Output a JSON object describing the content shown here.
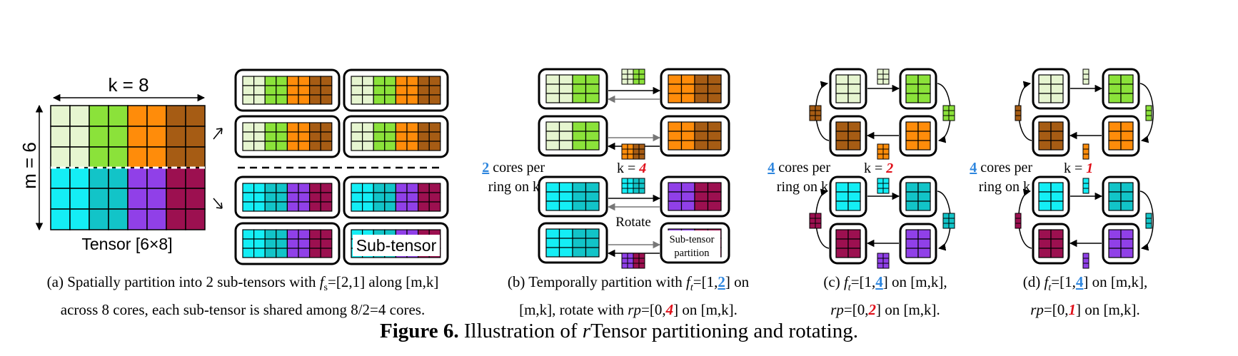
{
  "colors": {
    "lightgreen": "#e6f5d0",
    "green": "#8be23a",
    "orange": "#ff8c0a",
    "brown": "#a65c14",
    "cyan": "#14eef5",
    "teal": "#12c4c8",
    "purple": "#9040e8",
    "maroon": "#9c1050",
    "blue": "#2e86de",
    "red": "#e0101a"
  },
  "panel_a": {
    "k_label": "k = 8",
    "m_label": "m = 6",
    "tensor_label": "Tensor [6×8]",
    "subtensor_label": "Sub-tensor",
    "caption_line1_pre": "(a) Spatially partition into 2 sub-tensors with ",
    "caption_fs_f": "f",
    "caption_fs_sub": "s",
    "caption_line1_post": "=[2,1] along [m,k]",
    "caption_line2": "across 8 cores, each sub-tensor is shared among 8/2=4 cores."
  },
  "panel_b": {
    "cores_num": "2",
    "cores_text": " cores per",
    "ring_text": "ring on k",
    "k_eq": "k = ",
    "k_val": "4",
    "rotate_label": "Rotate",
    "partition_label_1": "Sub-tensor",
    "partition_label_2": "partition",
    "caption_pre": "(b) Temporally partition with ",
    "ft_f": "f",
    "ft_sub": "t",
    "caption_ft_open": "=[1,",
    "caption_ft_val": "2",
    "caption_ft_close": "] on",
    "caption_line2_pre": "[m,k], rotate with ",
    "rp_label": "rp",
    "rp_open": "=[0,",
    "rp_val": "4",
    "rp_close": "] on [m,k]."
  },
  "panel_c": {
    "cores_num": "4",
    "cores_text": " cores per",
    "ring_text": "ring on k",
    "k_eq": "k = ",
    "k_val": "2",
    "caption_pre": "(c) ",
    "ft_f": "f",
    "ft_sub": "t",
    "caption_ft_open": "=[1,",
    "caption_ft_val": "4",
    "caption_ft_close": "] on [m,k],",
    "rp_label": "rp",
    "rp_open": "=[0,",
    "rp_val": "2",
    "rp_close": "] on [m,k]."
  },
  "panel_d": {
    "cores_num": "4",
    "cores_text": " cores per",
    "ring_text": "ring on k",
    "k_eq": "k = ",
    "k_val": "1",
    "caption_pre": "(d) ",
    "ft_f": "f",
    "ft_sub": "t",
    "caption_ft_open": "=[1,",
    "caption_ft_val": "4",
    "caption_ft_close": "] on [m,k],",
    "rp_label": "rp",
    "rp_open": "=[0,",
    "rp_val": "1",
    "rp_close": "] on [m,k]."
  },
  "figure": {
    "title_bold": "Figure 6.",
    "title_pre": " Illustration of ",
    "title_r": "r",
    "title_post": "Tensor partitioning and rotating."
  }
}
